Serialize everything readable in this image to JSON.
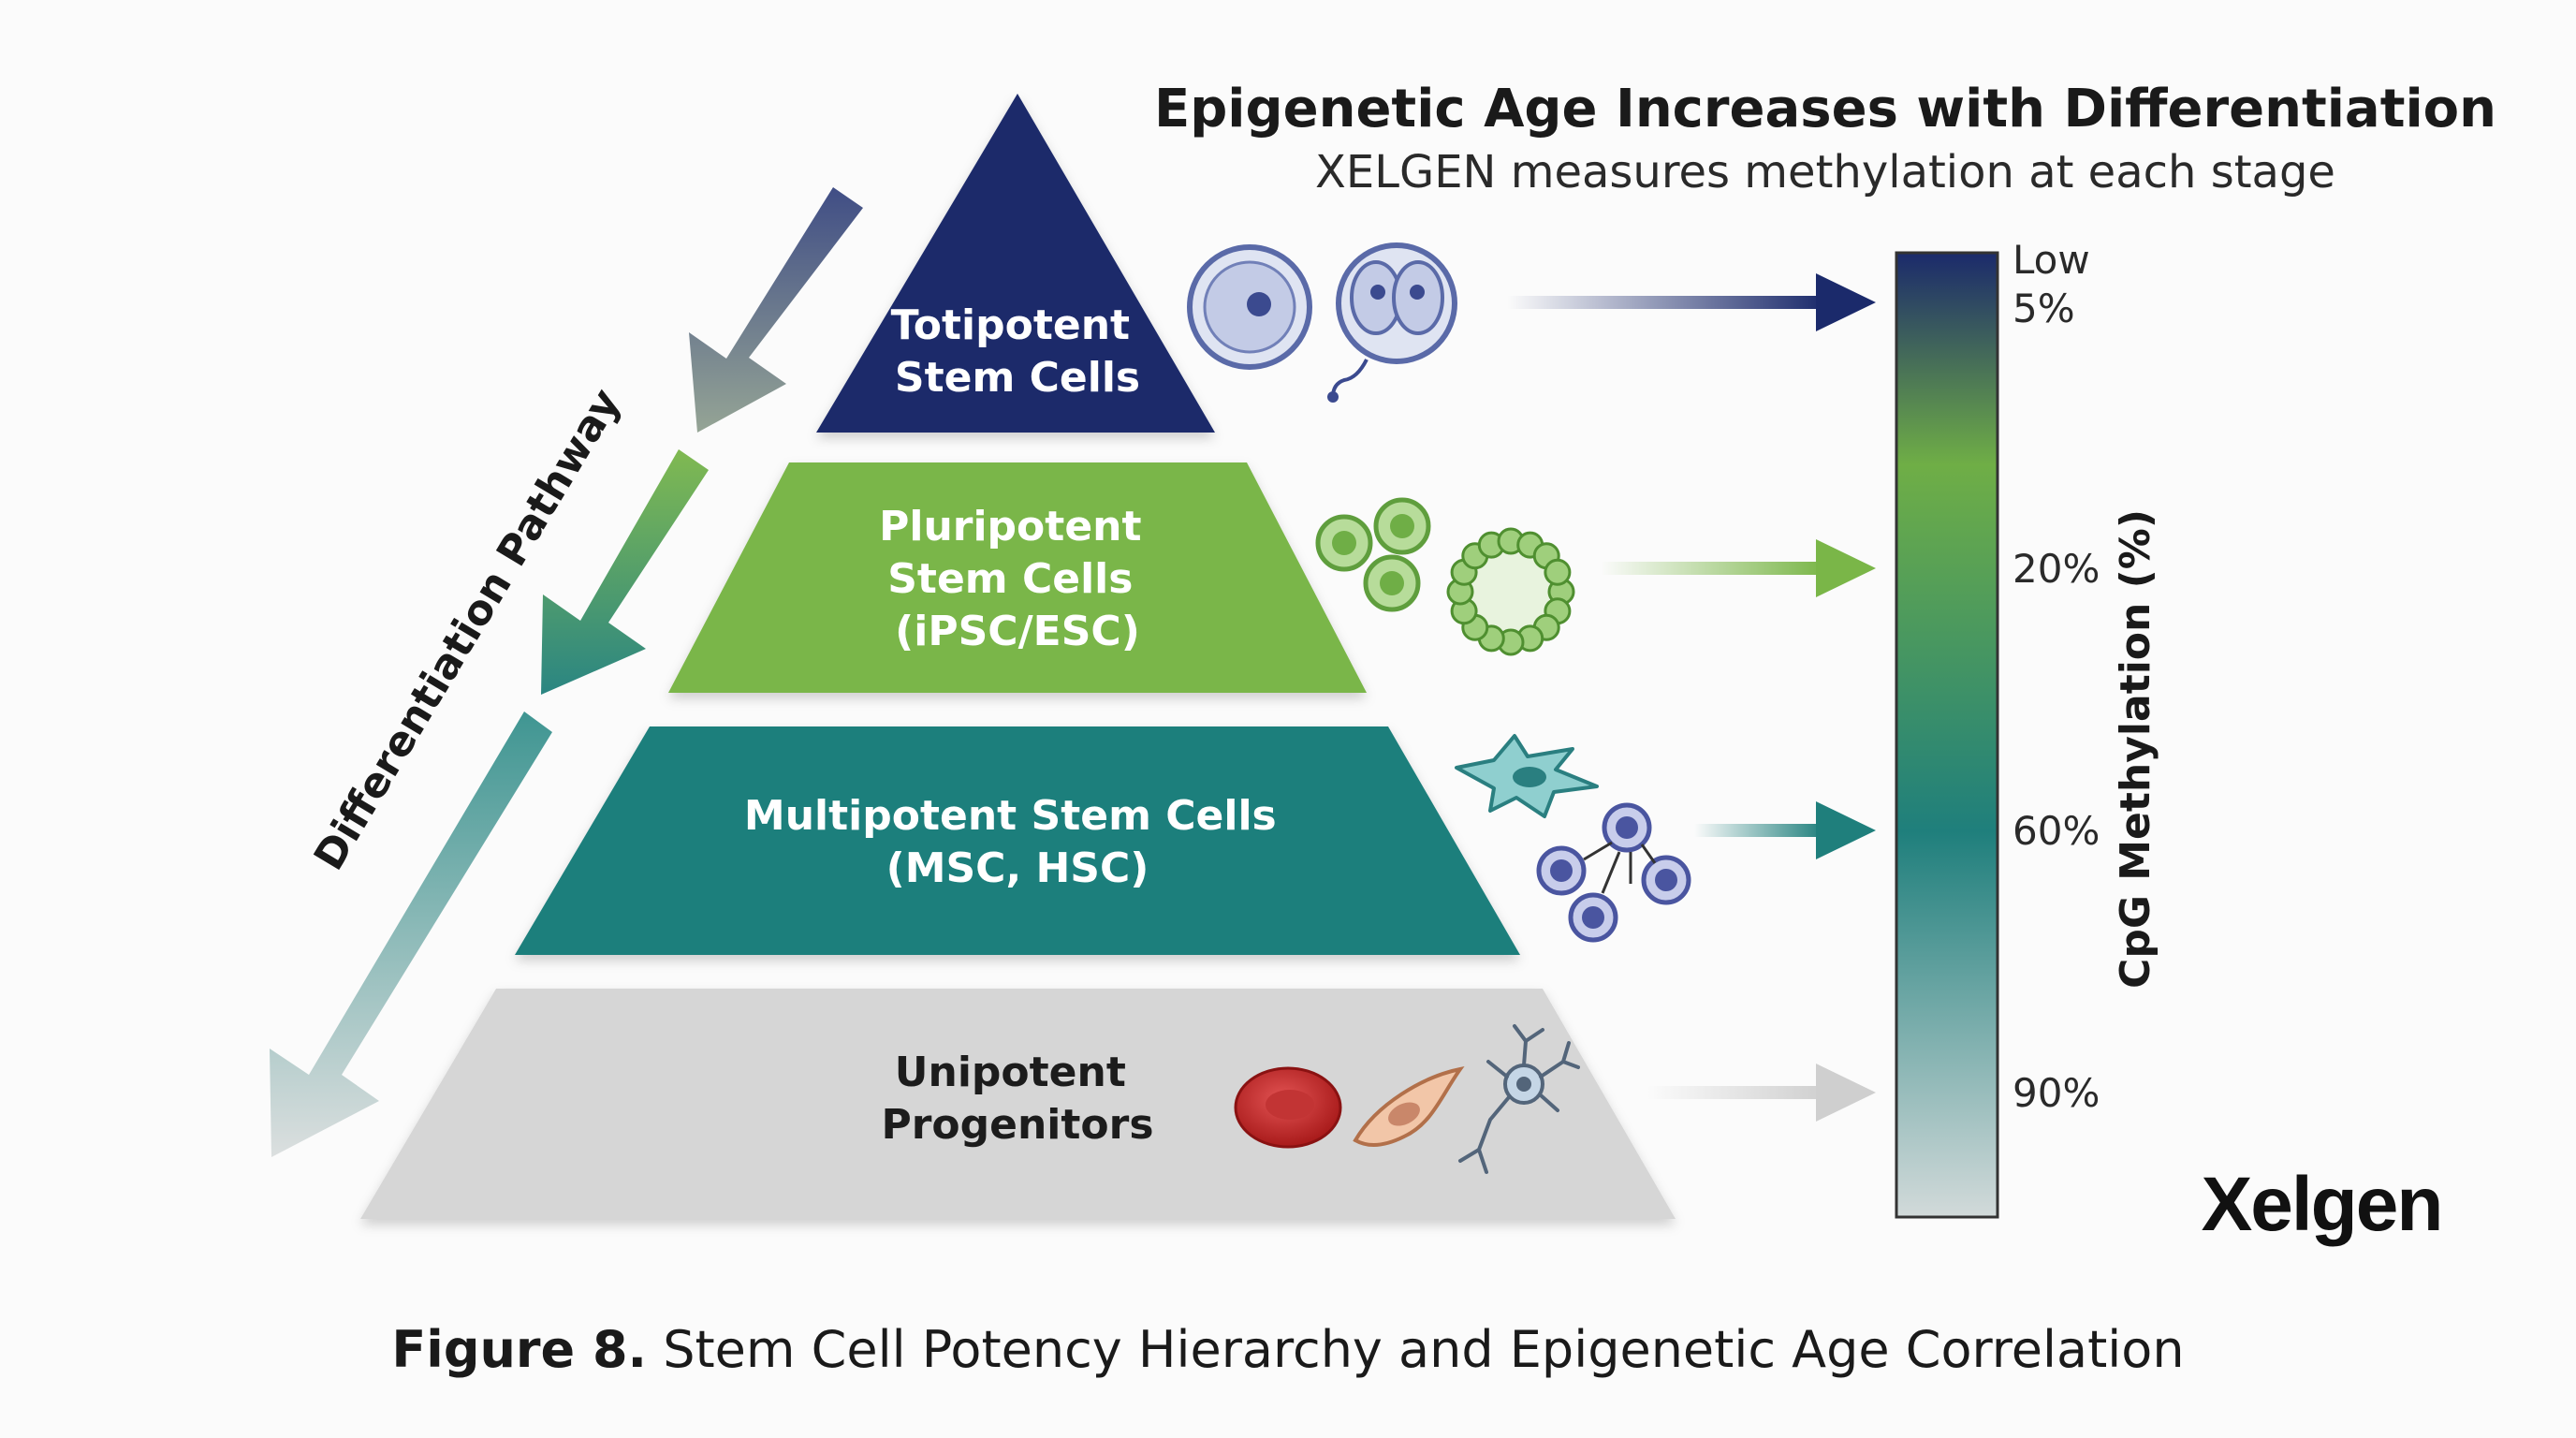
{
  "header": {
    "title": "Epigenetic Age Increases with Differentiation",
    "subtitle": "XELGEN measures methylation at each stage"
  },
  "pathway": {
    "label": "Differentiation Pathway"
  },
  "pyramid": {
    "tiers": [
      {
        "lines": [
          "Totipotent",
          "Stem Cells"
        ],
        "color": "#1b2a6b"
      },
      {
        "lines": [
          "Pluripotent",
          "Stem Cells",
          "(iPSC/ESC)"
        ],
        "color": "#7ab648"
      },
      {
        "lines": [
          "Multipotent Stem Cells",
          "(MSC, HSC)"
        ],
        "color": "#1f7f7c"
      },
      {
        "lines": [
          "Unipotent",
          "Progenitors"
        ],
        "color": "#d9d9d9"
      }
    ]
  },
  "scale": {
    "axis_label": "CpG Methylation (%)",
    "low_label": "Low",
    "ticks": [
      "5%",
      "20%",
      "60%",
      "90%"
    ],
    "gradient": [
      "#1b2a6b",
      "#6fae46",
      "#1f7f7c",
      "#cfd8d8"
    ]
  },
  "brand": {
    "name": "Xelgen"
  },
  "caption": {
    "label": "Figure 8.",
    "text": " Stem Cell Potency Hierarchy and Epigenetic Age Correlation"
  },
  "icons": {
    "tier1": [
      "oocyte-icon",
      "zygote-icon"
    ],
    "tier2": [
      "pluripotent-cell-cluster-icon",
      "blastocyst-icon"
    ],
    "tier3": [
      "mesenchymal-cell-icon",
      "hematopoietic-lineage-icon"
    ],
    "tier4": [
      "red-blood-cell-icon",
      "fibroblast-icon",
      "neuron-icon"
    ]
  }
}
